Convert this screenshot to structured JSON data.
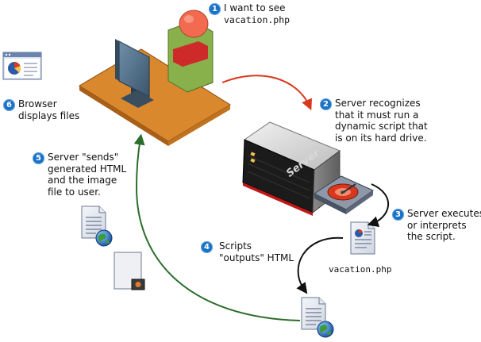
{
  "colors": {
    "badge": "#1a72c7",
    "request_arrow": "#d8391e",
    "response_arrow": "#2b6d2b",
    "process_arrow": "#111111",
    "desk": "#d9882e",
    "user_shirt": "#88b04b",
    "user_head": "#f26b50",
    "server_front": "#1b1b1b",
    "server_stripe": "#c01818"
  },
  "steps": [
    {
      "number": "1",
      "lines": [
        "I want to see",
        "vacation.php"
      ]
    },
    {
      "number": "2",
      "lines": [
        "Server recognizes",
        "that it must run a",
        "dynamic script that",
        "is on its hard drive."
      ]
    },
    {
      "number": "3",
      "lines": [
        "Server executes",
        "or interprets",
        "the script."
      ]
    },
    {
      "number": "4",
      "lines": [
        "Scripts",
        "\"outputs\" HTML"
      ]
    },
    {
      "number": "5",
      "lines": [
        "Server \"sends\"",
        "generated HTML",
        "and the image",
        "file to user."
      ]
    },
    {
      "number": "6",
      "lines": [
        "Browser",
        "displays files"
      ]
    }
  ],
  "file_label": "vacation.php",
  "server_label": "Server",
  "icons": {
    "user": "user-at-desk-icon",
    "monitor": "monitor-icon",
    "browser": "browser-window-icon",
    "server": "server-icon",
    "hard_drive": "hard-drive-icon",
    "php_file": "php-document-icon",
    "html_file": "html-document-icon",
    "image_file": "image-file-icon"
  }
}
